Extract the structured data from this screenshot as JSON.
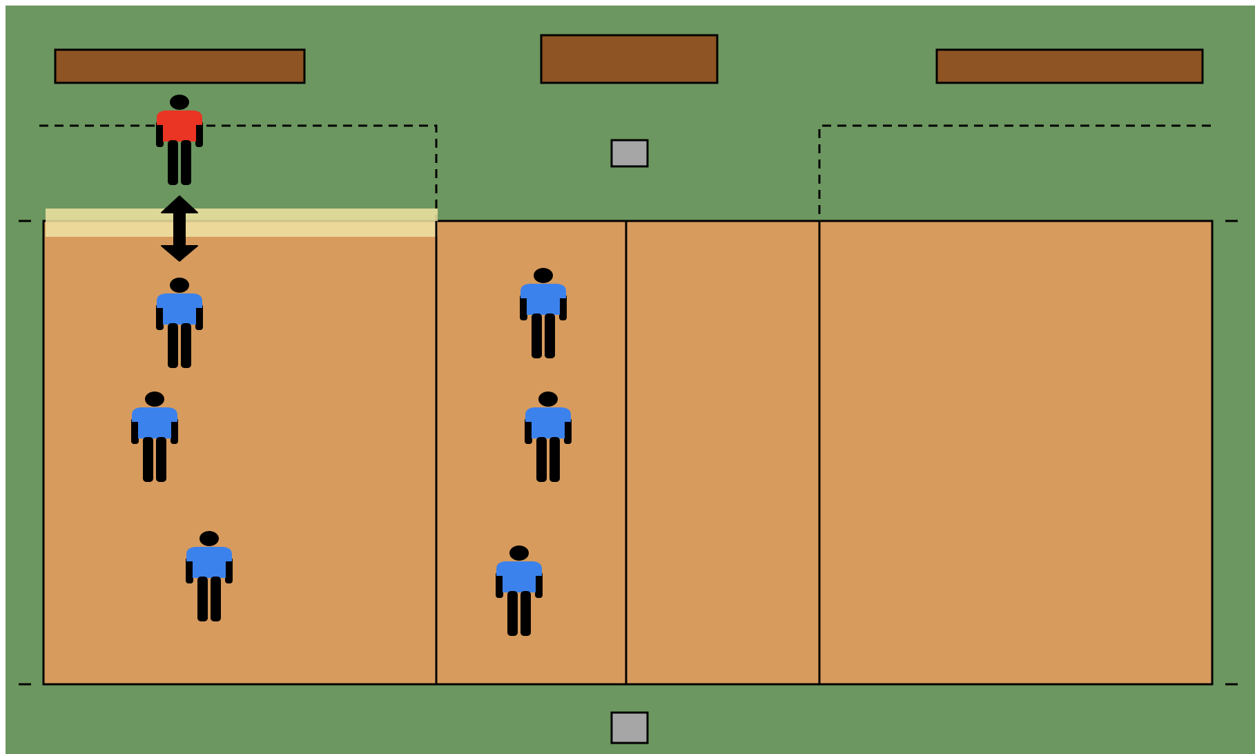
{
  "colors": {
    "background": "#ffffff",
    "grass": "#6c9760",
    "court": "#d79b5d",
    "line": "#000000",
    "bench": "#8e5423",
    "post": "#a6a6a6",
    "highlight": "#f0e3a2",
    "team_blue": "#3c82ec",
    "team_red": "#ea3424",
    "player_body": "#000000"
  },
  "players": [
    {
      "team": "red",
      "role": "player"
    },
    {
      "team": "blue",
      "role": "player"
    },
    {
      "team": "blue",
      "role": "player"
    },
    {
      "team": "blue",
      "role": "player"
    },
    {
      "team": "blue",
      "role": "player"
    },
    {
      "team": "blue",
      "role": "player"
    },
    {
      "team": "blue",
      "role": "player"
    }
  ],
  "icons": {
    "movement": "double-headed-arrow-icon",
    "player": "person-icon",
    "bench": "bench-icon",
    "post": "net-post-icon"
  }
}
